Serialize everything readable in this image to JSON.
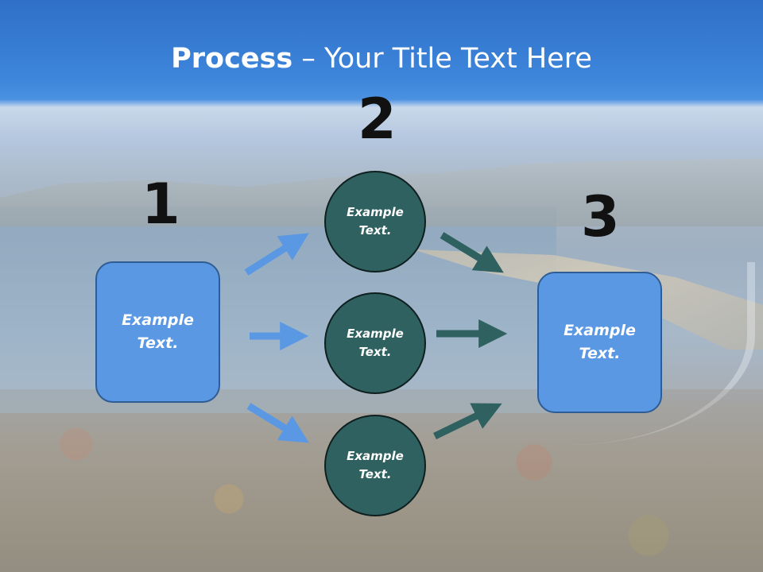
{
  "title": {
    "bold": "Process",
    "rest": " – Your Title Text Here"
  },
  "steps": {
    "one": "1",
    "two": "2",
    "three": "3"
  },
  "left_box": "Example Text.",
  "circles": [
    "Example Text.",
    "Example Text.",
    "Example Text."
  ],
  "right_box": "Example Text.",
  "colors": {
    "header_blue": "#3d86db",
    "box_blue": "#5b98e3",
    "circle_teal": "#2e615f",
    "arrow_light": "#5b98e3",
    "arrow_dark": "#2e615f"
  }
}
